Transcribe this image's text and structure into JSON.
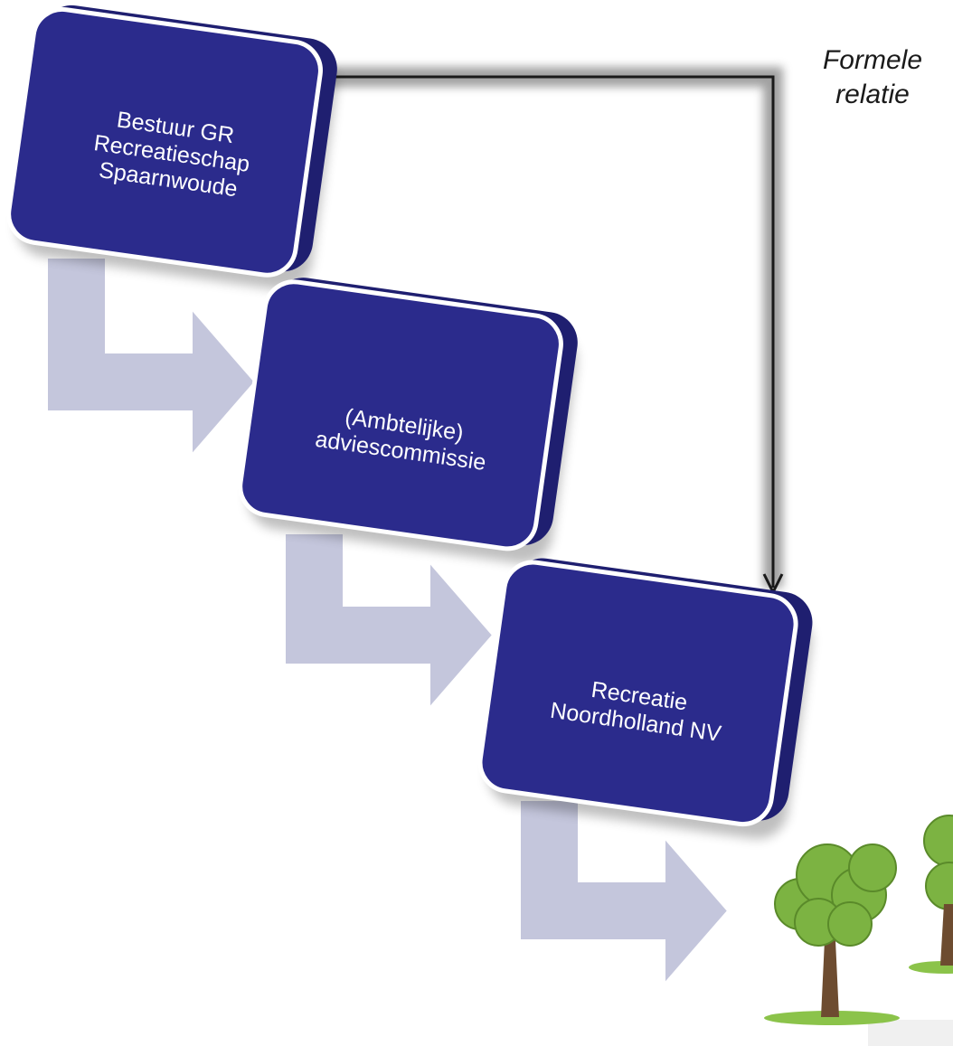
{
  "colors": {
    "box_fill": "#2b2b8c",
    "box_fill_dark": "#1f1f70",
    "box_border": "#ffffff",
    "connector_arrow": "#c4c6dc",
    "relation_line": "#1a1a1a",
    "tree_leaf": "#7cb342",
    "tree_trunk": "#6d4c30",
    "grass": "#8bc34a"
  },
  "boxes": [
    {
      "id": "bestuur",
      "label": "Bestuur GR\nRecreatieschap\nSpaarnwoude"
    },
    {
      "id": "adviescommissie",
      "label": "(Ambtelijke)\nadviescommissie"
    },
    {
      "id": "recreatie",
      "label": "Recreatie\nNoordholland NV"
    }
  ],
  "relation": {
    "label": "Formele\nrelatie"
  },
  "illustration": {
    "icon": "trees-icon"
  }
}
